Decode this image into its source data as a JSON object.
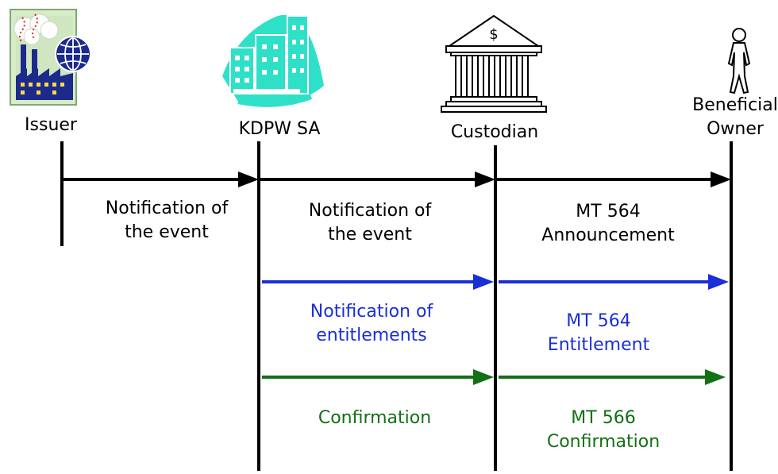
{
  "actors": {
    "issuer": "Issuer",
    "kdpw": "KDPW SA",
    "custodian": "Custodian",
    "owner_line1": "Beneficial",
    "owner_line2": "Owner"
  },
  "icons": {
    "issuer": "factory-globe-icon",
    "kdpw": "buildings-logo-icon",
    "custodian": "bank-building-icon",
    "owner": "person-icon",
    "bank_symbol": "$"
  },
  "colors": {
    "line": "#000000",
    "blue": "#1a2fd6",
    "green": "#147014",
    "teal": "#2fe0c8",
    "navy": "#1c2a8c"
  },
  "messages": {
    "issuer_kdpw": [
      "Notification of",
      "the event"
    ],
    "kdpw_custodian": [
      "Notification of",
      "the event"
    ],
    "custodian_owner": [
      "MT 564",
      "Announcement"
    ],
    "entitlements_kdpw": [
      "Notification of",
      "entitlements"
    ],
    "entitlements_custodian": [
      "MT 564",
      "Entitlement"
    ],
    "confirmation_kdpw": [
      "Confirmation"
    ],
    "confirmation_custodian": [
      "MT 566",
      "Confirmation"
    ]
  }
}
